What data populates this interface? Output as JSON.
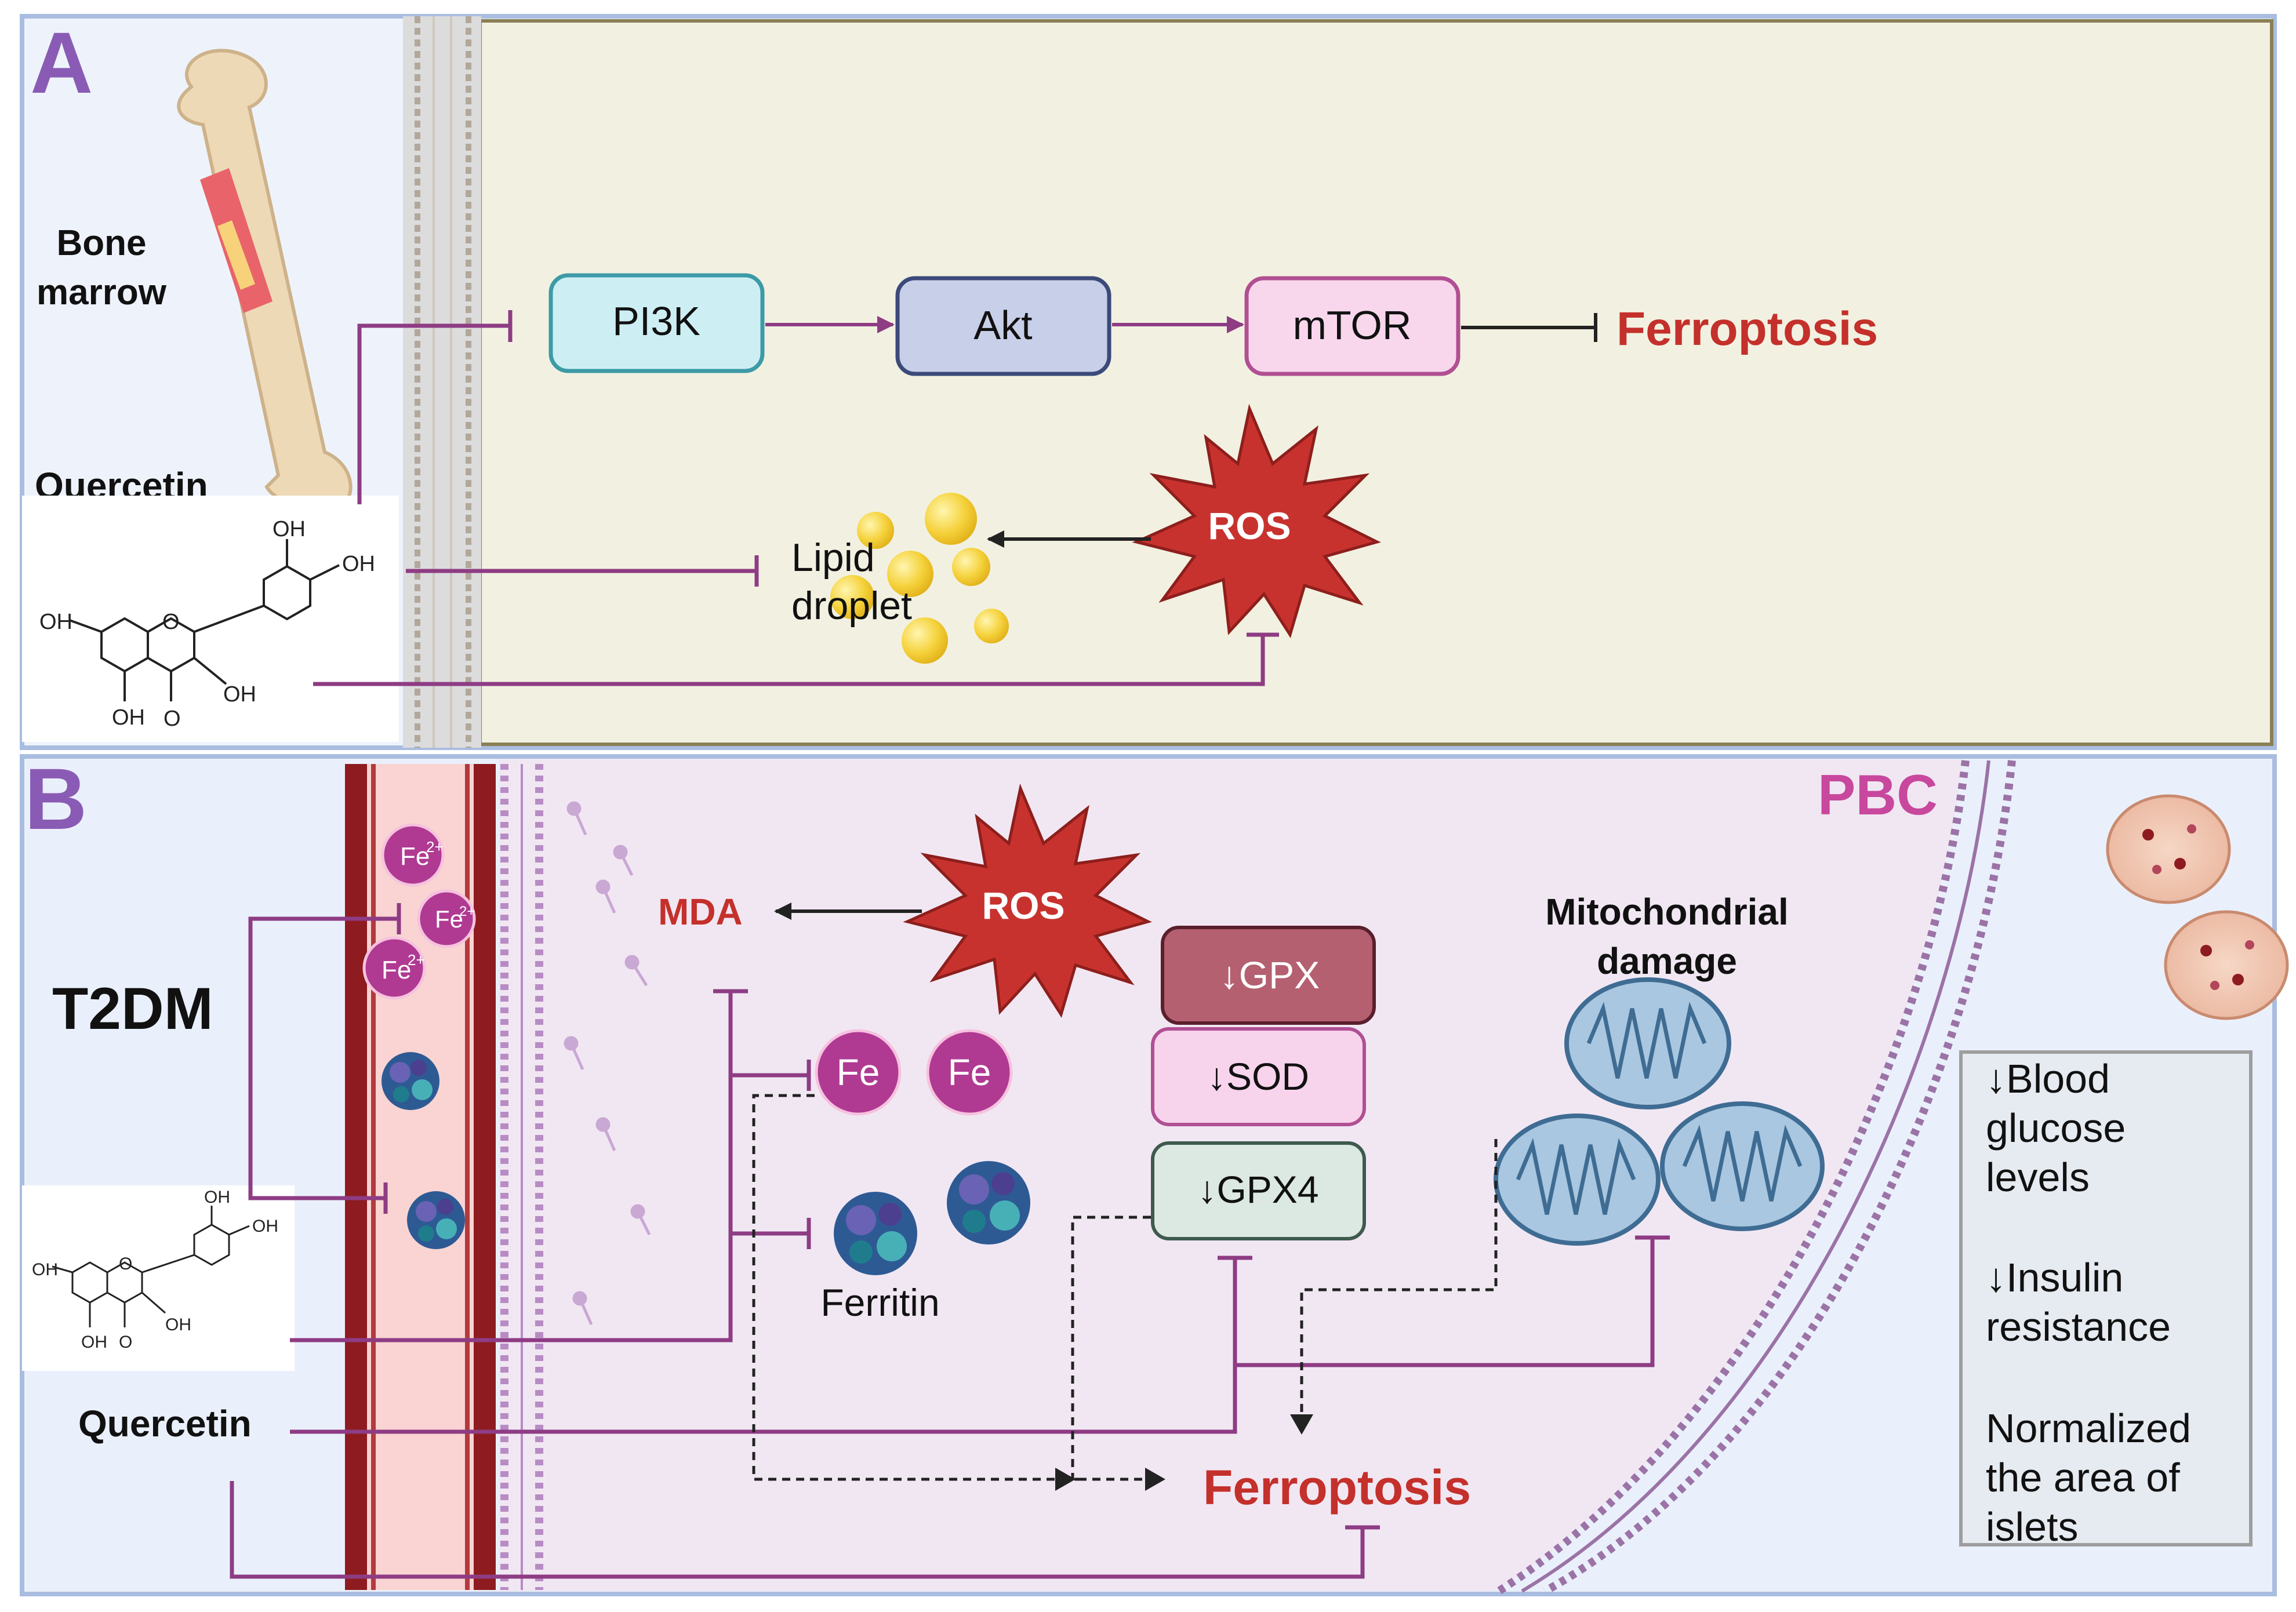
{
  "panel_a": {
    "label": "A",
    "bone_marrow_line1": "Bone",
    "bone_marrow_line2": "marrow",
    "quercetin": "Quercetin",
    "nodes": {
      "pi3k": "PI3K",
      "akt": "Akt",
      "mtor": "mTOR"
    },
    "ferroptosis": "Ferroptosis",
    "ros": "ROS",
    "lipid_line1": "Lipid",
    "lipid_line2": "droplet",
    "molecule": {
      "oh1": "OH",
      "oh2": "OH",
      "oh3": "OH",
      "oh4": "OH",
      "oh5": "OH",
      "carbonyl_o": "O",
      "ring_o": "O"
    }
  },
  "panel_b": {
    "label": "B",
    "disease": "T2DM",
    "pbc": "PBC",
    "quercetin": "Quercetin",
    "fe2": [
      "Fe2+",
      "Fe2+",
      "Fe2+"
    ],
    "fe2_symbol": "Fe",
    "fe2_charge": "2+",
    "mda": "MDA",
    "ros": "ROS",
    "fe": [
      "Fe",
      "Fe"
    ],
    "ferritin": "Ferritin",
    "gpx": "↓GPX",
    "sod": "↓SOD",
    "gpx4": "↓GPX4",
    "mito_line1": "Mitochondrial",
    "mito_line2": "damage",
    "ferroptosis": "Ferroptosis",
    "effects": {
      "e1_l1": "↓Blood",
      "e1_l2": "glucose",
      "e1_l3": "levels",
      "e2_l1": "↓Insulin",
      "e2_l2": "resistance",
      "e3_l1": "Normalized",
      "e3_l2": "the area of",
      "e3_l3": "islets"
    },
    "molecule": {
      "oh1": "OH",
      "oh2": "OH",
      "oh3": "OH",
      "oh4": "OH",
      "oh5": "OH",
      "carbonyl_o": "O",
      "ring_o": "O"
    }
  },
  "colors": {
    "panel_a_bg": "#eef3fb",
    "cell_a_bg": "#f2f1e1",
    "panel_b_bg": "#eaf0fb",
    "cell_b_bg": "#f1e7f3",
    "inhibit_line": "#8e3c84",
    "ferroptosis_red": "#c4302b",
    "ros_red": "#c8322e",
    "label_purple": "#8a5bb4",
    "pbc_pink": "#c8489d",
    "fe_purple": "#b03a92"
  }
}
